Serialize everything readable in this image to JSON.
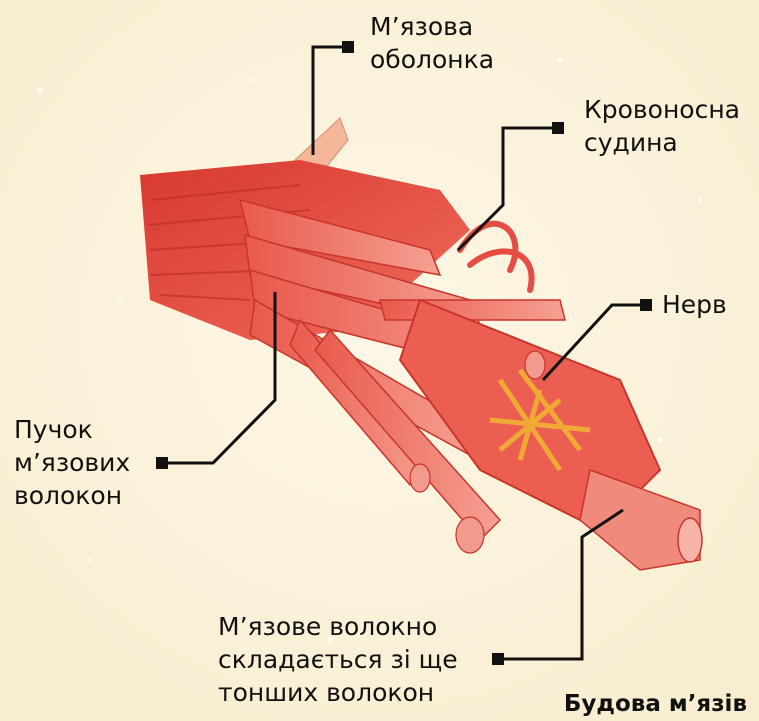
{
  "labels": {
    "sheath": "М’язова\nоболонка",
    "vessel": "Кровоносна\nсудина",
    "nerve": "Нерв",
    "bundle": "Пучок\nм’язових\nволокон",
    "fiber": "М’язове волокно\nскладається зі ще\nтонших волокон"
  },
  "caption": "Будова м’язів",
  "colors": {
    "background": "#fbf3dc",
    "muscle": "#e2453c",
    "muscle_light": "#f07a6a",
    "nerve": "#f2b233",
    "leader": "#111111"
  }
}
